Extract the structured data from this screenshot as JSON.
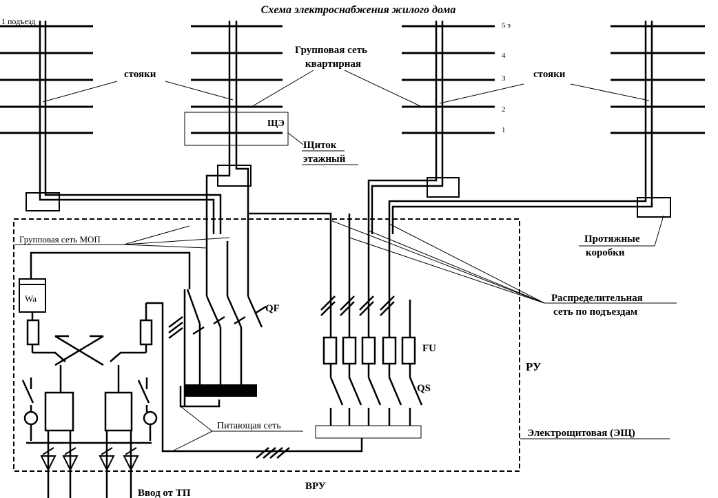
{
  "title": "Схема электроснабжения жилого дома",
  "labels": {
    "entrance": "1 подъезд",
    "risers_left": "стояки",
    "risers_right": "стояки",
    "group_net_1": "Групповая сеть",
    "group_net_2": "квартирная",
    "floor_board_code": "ЩЭ",
    "floor_board_1": "Щиток",
    "floor_board_2": "этажный",
    "group_net_mop": "Групповая сеть МОП",
    "pull_boxes_1": "Протяжные",
    "pull_boxes_2": "коробки",
    "meter": "Wa",
    "breakers": "QF",
    "fuses": "FU",
    "switches": "QS",
    "distribution_1": "Распределительная",
    "distribution_2": "сеть по подъездам",
    "ru": "РУ",
    "supply_net": "Питающая сеть",
    "switch_room": "Электрощитовая (ЭЩ)",
    "vru": "ВРУ",
    "input": "Ввод от ТП"
  },
  "floors": [
    "5 э",
    "4",
    "3",
    "2",
    "1"
  ]
}
